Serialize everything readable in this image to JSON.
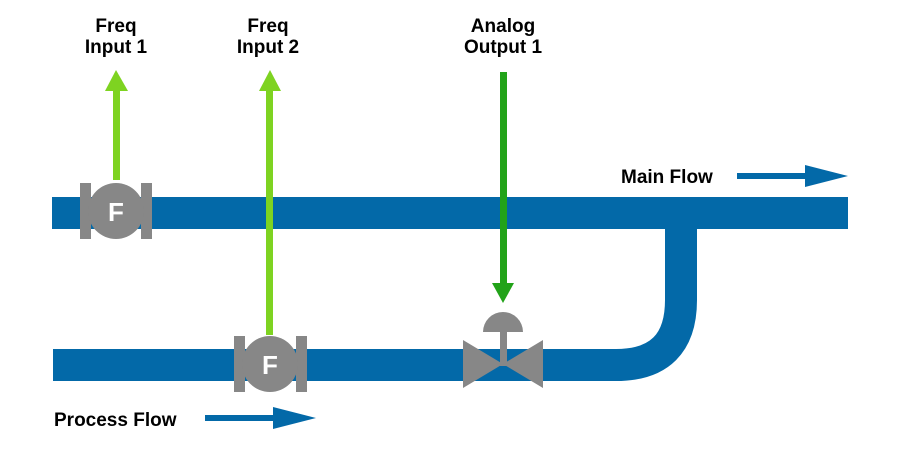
{
  "colors": {
    "pipe": "#0369a8",
    "instrument": "#878787",
    "freq_signal": "#7ed321",
    "analog_signal": "#22a319",
    "text": "#000000"
  },
  "labels": {
    "freq_input_1": [
      "Freq",
      "Input 1"
    ],
    "freq_input_2": [
      "Freq",
      "Input 2"
    ],
    "analog_output_1": [
      "Analog",
      "Output 1"
    ],
    "main_flow": "Main Flow",
    "process_flow": "Process Flow"
  },
  "meters": [
    {
      "letter": "F",
      "signal": "Freq Input 1"
    },
    {
      "letter": "F",
      "signal": "Freq Input 2"
    }
  ],
  "valve": {
    "signal": "Analog Output 1"
  }
}
